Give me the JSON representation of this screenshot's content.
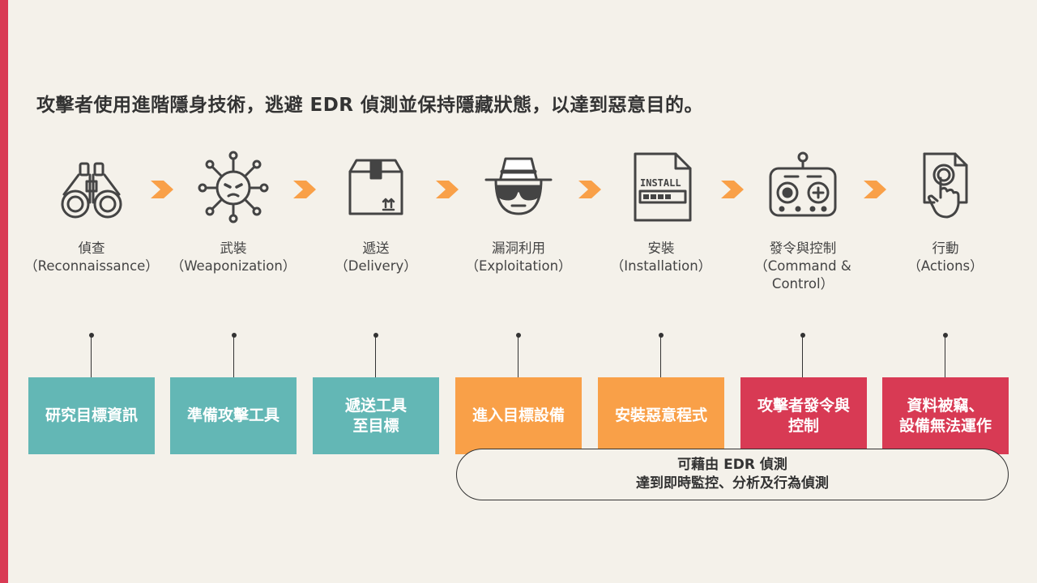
{
  "title": "攻擊者使用進階隱身技術，逃避 EDR 偵測並保持隱藏狀態，以達到惡意目的。",
  "colors": {
    "accent": "#d93a54",
    "arrow": "#f9a048",
    "teal": "#63b7b5",
    "orange": "#f9a048",
    "red": "#d83a54"
  },
  "stages": [
    {
      "icon": "binoculars-icon",
      "name": "偵查",
      "en": "（Reconnaissance）",
      "box": "研究目標資訊",
      "color": "teal"
    },
    {
      "icon": "virus-icon",
      "name": "武裝",
      "en": "（Weaponization）",
      "box": "準備攻擊工具",
      "color": "teal"
    },
    {
      "icon": "package-icon",
      "name": "遞送",
      "en": "（Delivery）",
      "box_line1": "遞送工具",
      "box_line2": "至目標",
      "color": "teal"
    },
    {
      "icon": "spy-icon",
      "name": "漏洞利用",
      "en": "（Exploitation）",
      "box": "進入目標設備",
      "color": "orange"
    },
    {
      "icon": "install-icon",
      "name": "安裝",
      "en": "（Installation）",
      "box": "安裝惡意程式",
      "color": "orange"
    },
    {
      "icon": "controller-icon",
      "name": "發令與控制",
      "en_line1": "（Command &",
      "en_line2": "Control）",
      "box_line1": "攻擊者發令與",
      "box_line2": "控制",
      "color": "red"
    },
    {
      "icon": "touch-document-icon",
      "name": "行動",
      "en": "（Actions）",
      "box_line1": "資料被竊、",
      "box_line2": "設備無法運作",
      "color": "red"
    }
  ],
  "detection": {
    "line1": "可藉由 EDR 偵測",
    "line2": "達到即時監控、分析及行為偵測"
  }
}
